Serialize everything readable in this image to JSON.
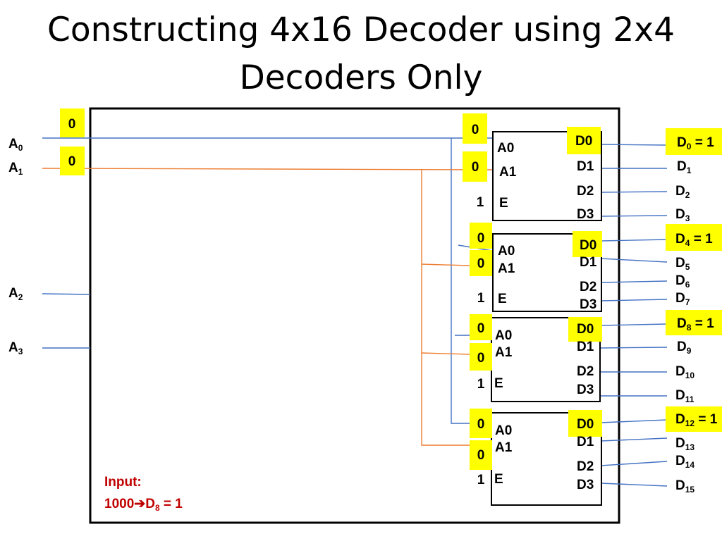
{
  "title_line1": "Constructing 4x16 Decoder using 2x4",
  "title_line2": "Decoders Only",
  "inputs": [
    {
      "name": "A",
      "sub": "0"
    },
    {
      "name": "A",
      "sub": "1"
    },
    {
      "name": "A",
      "sub": "2"
    },
    {
      "name": "A",
      "sub": "3"
    }
  ],
  "input_values": [
    "0",
    "0"
  ],
  "decoders": [
    {
      "a0_value": "0",
      "a1_value": "0",
      "enable_value": "1",
      "active_label": "D0",
      "pin_a0": "A0",
      "pin_a1": "A1",
      "pin_e": "E",
      "pins_out": [
        "D0",
        "D1",
        "D2",
        "D3"
      ]
    },
    {
      "a0_value": "0",
      "a1_value": "0",
      "enable_value": "1",
      "active_label": "D0",
      "pin_a0": "A0",
      "pin_a1": "A1",
      "pin_e": "E",
      "pins_out": [
        "D0",
        "D1",
        "D2",
        "D3"
      ]
    },
    {
      "a0_value": "0",
      "a1_value": "0",
      "enable_value": "1",
      "active_label": "D0",
      "pin_a0": "A0",
      "pin_a1": "A1",
      "pin_e": "E",
      "pins_out": [
        "D0",
        "D1",
        "D2",
        "D3"
      ]
    },
    {
      "a0_value": "0",
      "a1_value": "0",
      "enable_value": "1",
      "active_label": "D0",
      "pin_a0": "A0",
      "pin_a1": "A1",
      "pin_e": "E",
      "pins_out": [
        "D0",
        "D1",
        "D2",
        "D3"
      ]
    }
  ],
  "outputs": [
    {
      "name": "D",
      "sub": "0",
      "suffix": " = 1",
      "highlight": true
    },
    {
      "name": "D",
      "sub": "1",
      "suffix": "",
      "highlight": false
    },
    {
      "name": "D",
      "sub": "2",
      "suffix": "",
      "highlight": false
    },
    {
      "name": "D",
      "sub": "3",
      "suffix": "",
      "highlight": false
    },
    {
      "name": "D",
      "sub": "4",
      "suffix": " = 1",
      "highlight": true
    },
    {
      "name": "D",
      "sub": "5",
      "suffix": "",
      "highlight": false
    },
    {
      "name": "D",
      "sub": "6",
      "suffix": "",
      "highlight": false
    },
    {
      "name": "D",
      "sub": "7",
      "suffix": "",
      "highlight": false
    },
    {
      "name": "D",
      "sub": "8",
      "suffix": " = 1",
      "highlight": true
    },
    {
      "name": "D",
      "sub": "9",
      "suffix": "",
      "highlight": false
    },
    {
      "name": "D",
      "sub": "10",
      "suffix": "",
      "highlight": false
    },
    {
      "name": "D",
      "sub": "11",
      "suffix": "",
      "highlight": false
    },
    {
      "name": "D",
      "sub": "12",
      "suffix": " = 1",
      "highlight": true
    },
    {
      "name": "D",
      "sub": "13",
      "suffix": "",
      "highlight": false
    },
    {
      "name": "D",
      "sub": "14",
      "suffix": "",
      "highlight": false
    },
    {
      "name": "D",
      "sub": "15",
      "suffix": "",
      "highlight": false
    }
  ],
  "note_label": "Input:",
  "note_bits": "1000",
  "note_result": "D",
  "note_result_sub": "8",
  "note_result_suffix": " = 1",
  "colors": {
    "a0_wire": "#4472c4",
    "a1_wire": "#ed7d31",
    "highlight": "#ffff00",
    "note": "#c00000"
  }
}
